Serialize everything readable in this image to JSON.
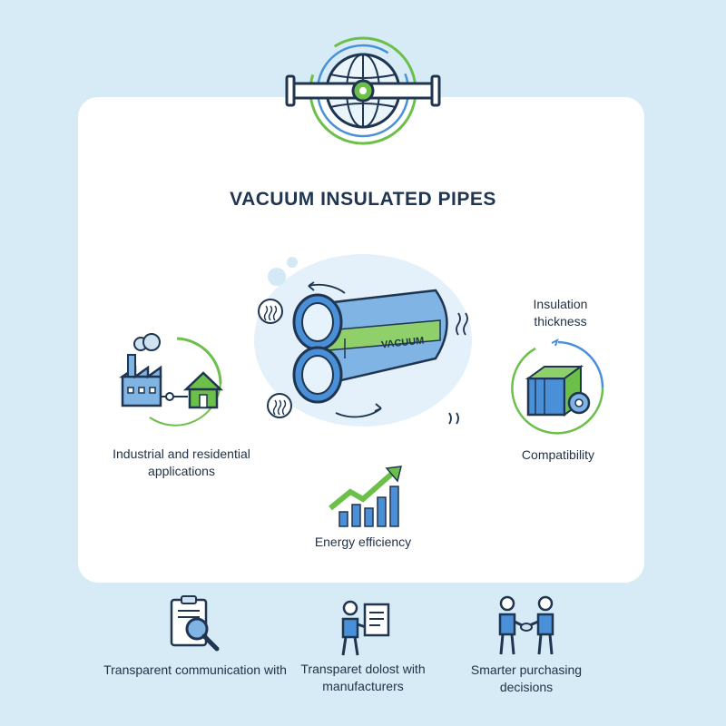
{
  "title": "VACUUM INSULATED PIPES",
  "pipe_label": "VACUUM",
  "features": {
    "industrial": "Industrial and residential applications",
    "insulation": "Insulation thickness",
    "compatibility": "Compatibility",
    "energy": "Energy efficiency"
  },
  "footer": {
    "item1": "Transparent communication with",
    "item2": "Transparet dolost with manufacturers",
    "item3": "Smarter purchasing decisions"
  },
  "colors": {
    "background": "#d6ebf6",
    "card": "#ffffff",
    "navy": "#1f3550",
    "blue": "#4a90d9",
    "green": "#6cc04a"
  }
}
